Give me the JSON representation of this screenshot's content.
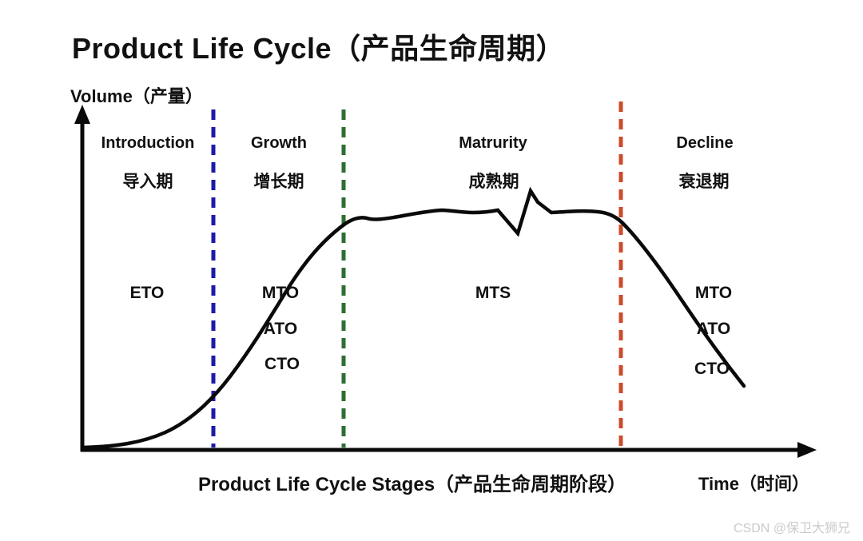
{
  "title": "Product Life Cycle（产品生命周期）",
  "y_axis_label": "Volume（产量）",
  "x_axis_label": "Time（时间）",
  "caption": "Product Life Cycle Stages（产品生命周期阶段）",
  "watermark": "CSDN @保卫大狮兄",
  "stages": [
    {
      "en": "Introduction",
      "zh": "导入期",
      "modes": [
        "ETO"
      ]
    },
    {
      "en": "Growth",
      "zh": "增长期",
      "modes": [
        "MTO",
        "ATO",
        "CTO"
      ]
    },
    {
      "en": "Matrurity",
      "zh": "成熟期",
      "modes": [
        "MTS"
      ]
    },
    {
      "en": "Decline",
      "zh": "衰退期",
      "modes": [
        "MTO",
        "ATO",
        "CTO"
      ]
    }
  ],
  "colors": {
    "curve": "#0a0a0a",
    "axis": "#0a0a0a",
    "divider_intro_growth": "#1e1aa8",
    "divider_growth_maturity": "#2d6e32",
    "divider_maturity_decline": "#cd4b2a",
    "watermark": "#cbcbcb"
  },
  "chart_data": {
    "type": "line",
    "title": "Product Life Cycle（产品生命周期）",
    "xlabel": "Time（时间）",
    "ylabel": "Volume（产量）",
    "axes_numeric": false,
    "grid": false,
    "stages": [
      {
        "name": "Introduction（导入期）",
        "x_range_pct": [
          0,
          18
        ],
        "trend": "slow ramp up from zero",
        "production_modes": [
          "ETO"
        ]
      },
      {
        "name": "Growth（增长期）",
        "x_range_pct": [
          18,
          36
        ],
        "trend": "steep S-curve rise",
        "production_modes": [
          "MTO",
          "ATO",
          "CTO"
        ]
      },
      {
        "name": "Matrurity（成熟期）",
        "x_range_pct": [
          36,
          75
        ],
        "trend": "high plateau with brief dip-and-spike fluctuation",
        "production_modes": [
          "MTS"
        ]
      },
      {
        "name": "Decline（衰退期）",
        "x_range_pct": [
          75,
          100
        ],
        "trend": "accelerating decline",
        "production_modes": [
          "MTO",
          "ATO",
          "CTO"
        ]
      }
    ],
    "divider_positions_x_pct": [
      18.2,
      36.3,
      74.9
    ],
    "curve_points_pct": [
      [
        0,
        0
      ],
      [
        8,
        2
      ],
      [
        13,
        6
      ],
      [
        18,
        15
      ],
      [
        24,
        33
      ],
      [
        28,
        46
      ],
      [
        33,
        60
      ],
      [
        36,
        68
      ],
      [
        40,
        70
      ],
      [
        46,
        71
      ],
      [
        51,
        72
      ],
      [
        55,
        72
      ],
      [
        58,
        72
      ],
      [
        60.5,
        65
      ],
      [
        62.3,
        78
      ],
      [
        65,
        71
      ],
      [
        70,
        72
      ],
      [
        74.9,
        69
      ],
      [
        79,
        61
      ],
      [
        83,
        50
      ],
      [
        87,
        36
      ],
      [
        90,
        24
      ],
      [
        92,
        19
      ]
    ]
  }
}
